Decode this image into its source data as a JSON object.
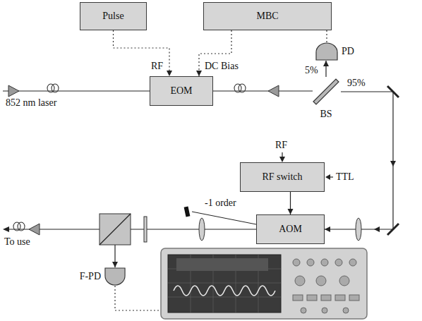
{
  "diagram": {
    "nodes": [
      {
        "text": [
          "Pulse"
        ]
      },
      {
        "text": [
          "MBC"
        ]
      },
      {
        "text": [
          "PD"
        ]
      },
      {
        "text": [
          "EOM"
        ]
      },
      {
        "text": [
          "BS"
        ]
      },
      {
        "text": [
          "RF switch"
        ]
      },
      {
        "text": [
          "AOM"
        ]
      },
      {
        "text": [
          "F-PD"
        ]
      }
    ],
    "edges": [
      {
        "from": 0,
        "to": 3,
        "arrow": "to"
      },
      {
        "from": 1,
        "to": 3,
        "arrow": "to"
      },
      {
        "from": 2,
        "to": 1,
        "arrow": "none"
      },
      {
        "from": 3,
        "to": 4,
        "arrow": "none"
      },
      {
        "from": 4,
        "to": 2,
        "arrow": "to"
      },
      {
        "from": 4,
        "to": 6,
        "arrow": "to"
      },
      {
        "from": 5,
        "to": 6,
        "arrow": "to"
      },
      {
        "from": 6,
        "to": 7,
        "arrow": "to"
      }
    ],
    "labels": [
      "852 nm laser",
      "RF",
      "DC Bias",
      "5%",
      "95%",
      "RF",
      "TTL",
      "-1 order",
      "To use"
    ]
  }
}
